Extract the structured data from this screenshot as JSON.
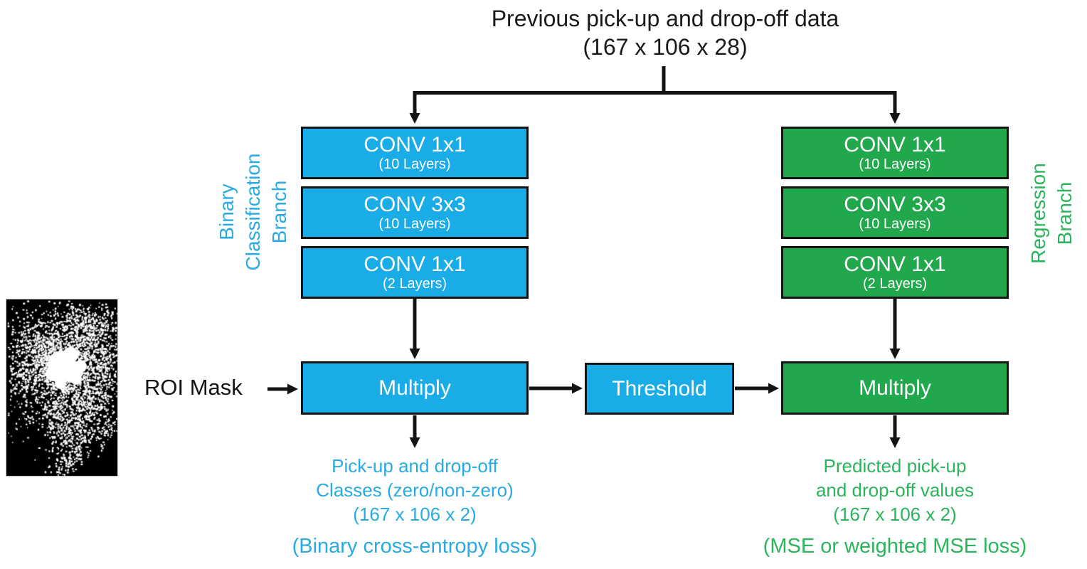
{
  "diagram": {
    "title": {
      "line1": "Previous pick-up and drop-off data",
      "line2": "(167 x 106 x 28)"
    },
    "colors": {
      "blue": "#19ace6",
      "green": "#22a84c",
      "blueText": "#29abe2",
      "greenText": "#2bb45c"
    },
    "left_branch": {
      "label_lines": {
        "0": "Binary",
        "1": "Classification",
        "2": "Branch"
      },
      "boxes": [
        {
          "title": "CONV 1x1",
          "subtitle": "(10 Layers)"
        },
        {
          "title": "CONV 3x3",
          "subtitle": "(10 Layers)"
        },
        {
          "title": "CONV 1x1",
          "subtitle": "(2 Layers)"
        }
      ],
      "multiply_label": "Multiply",
      "output_lines": {
        "0": "Pick-up and drop-off",
        "1": "Classes (zero/non-zero)",
        "2": "(167 x 106 x 2)"
      },
      "loss": "(Binary cross-entropy loss)"
    },
    "right_branch": {
      "label_lines": {
        "0": "Regression",
        "1": "Branch"
      },
      "boxes": [
        {
          "title": "CONV 1x1",
          "subtitle": "(10 Layers)"
        },
        {
          "title": "CONV 3x3",
          "subtitle": "(10 Layers)"
        },
        {
          "title": "CONV 1x1",
          "subtitle": "(2 Layers)"
        }
      ],
      "multiply_label": "Multiply",
      "output_lines": {
        "0": "Predicted pick-up",
        "1": "and drop-off values",
        "2": "(167 x 106 x 2)"
      },
      "loss": "(MSE or weighted MSE loss)"
    },
    "threshold_label": "Threshold",
    "roi_mask_label": "ROI Mask",
    "roi_mask_image": "binary ROI mask (black background, white city-shaped speckle pattern)"
  }
}
